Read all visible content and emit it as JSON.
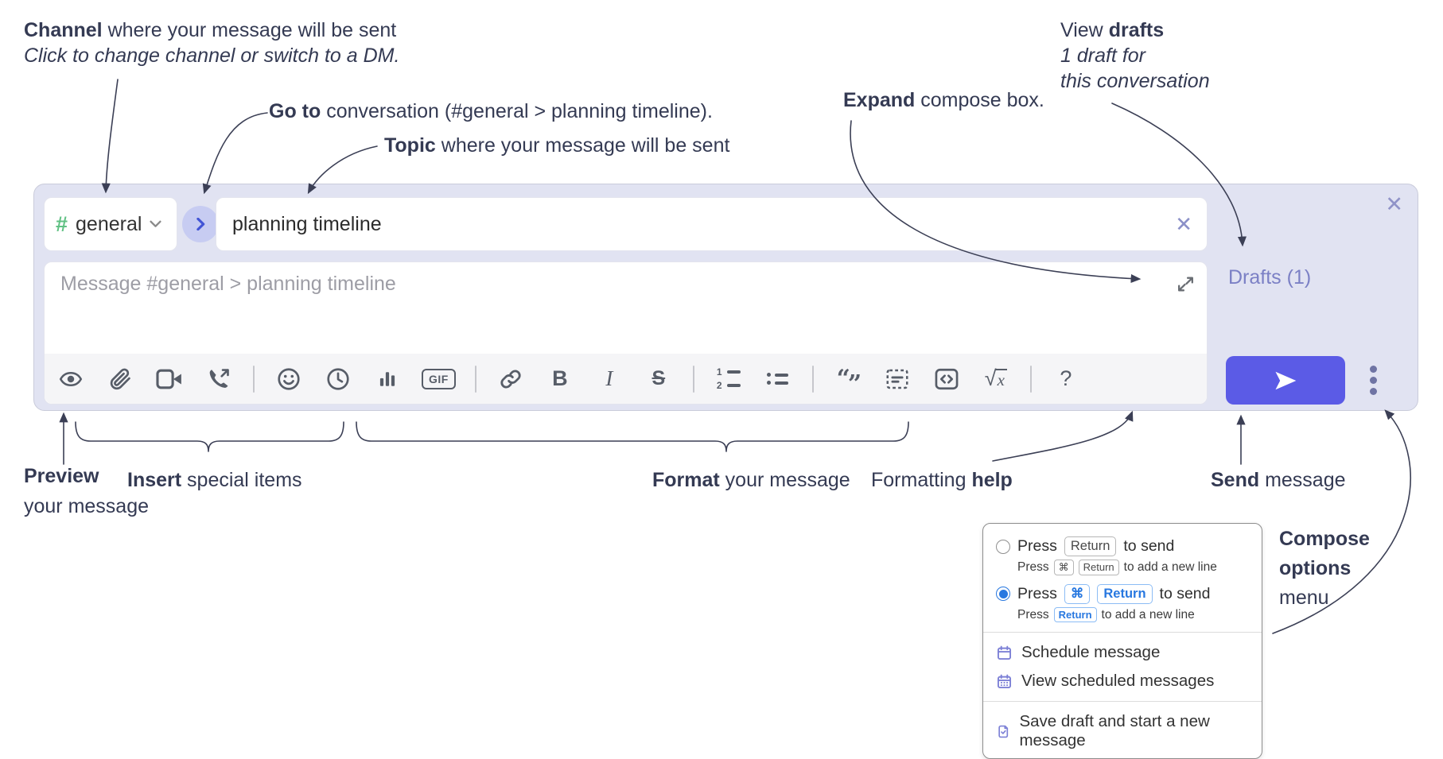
{
  "annotations": {
    "channel": {
      "bold": "Channel",
      "rest": " where your message will be sent",
      "sub": "Click to change channel or switch to a DM."
    },
    "goto": {
      "bold": "Go to",
      "rest": " conversation (#general > planning timeline)."
    },
    "topic": {
      "bold": "Topic",
      "rest": " where your message will be sent"
    },
    "expand": {
      "bold": "Expand",
      "rest": " compose box."
    },
    "drafts": {
      "pre": "View ",
      "bold": "drafts",
      "line2": "1 draft for",
      "line3": "this conversation"
    },
    "preview": {
      "bold": "Preview",
      "line2": "your message"
    },
    "insert": {
      "bold": "Insert",
      "rest": " special items"
    },
    "format": {
      "bold": "Format",
      "rest": " your message"
    },
    "help": {
      "pre": "Formatting ",
      "bold": "help"
    },
    "send": {
      "bold": "Send",
      "rest": " message"
    },
    "compose_options": {
      "line1": "Compose",
      "line2": "options",
      "line3": "menu"
    }
  },
  "compose": {
    "channel": {
      "hash": "#",
      "name": "general"
    },
    "topic": {
      "value": "planning timeline"
    },
    "message": {
      "placeholder": "Message #general > planning timeline"
    },
    "drafts_link": "Drafts (1)",
    "toolbar": {
      "gif": "GIF",
      "bold": "B",
      "italic": "I",
      "strike": "S",
      "sqrt": "√",
      "x": "x",
      "help": "?",
      "ol1": "1",
      "ol2": "2",
      "quote_open": "“",
      "quote_close": "”"
    }
  },
  "icons": {
    "close": "✕",
    "clear": "✕"
  },
  "send_options_menu": {
    "option1": {
      "press": "Press",
      "key": "Return",
      "suffix": "to send",
      "sub_press": "Press",
      "sub_key1": "⌘",
      "sub_key2": "Return",
      "sub_suffix": "to add a new line"
    },
    "option2": {
      "press": "Press",
      "key1": "⌘",
      "key2": "Return",
      "suffix": "to send",
      "sub_press": "Press",
      "sub_key": "Return",
      "sub_suffix": "to add a new line"
    },
    "schedule": "Schedule message",
    "view_scheduled": "View scheduled messages",
    "save_draft": "Save draft and start a new message"
  },
  "colors": {
    "compose_bg": "#e1e3f2",
    "send_button": "#5b5be6",
    "channel_green": "#61c184",
    "drafts_link": "#7b80c5",
    "radio_blue": "#2878e0",
    "menu_icon_purple": "#7d81d6",
    "annotation_text": "#343a53"
  }
}
